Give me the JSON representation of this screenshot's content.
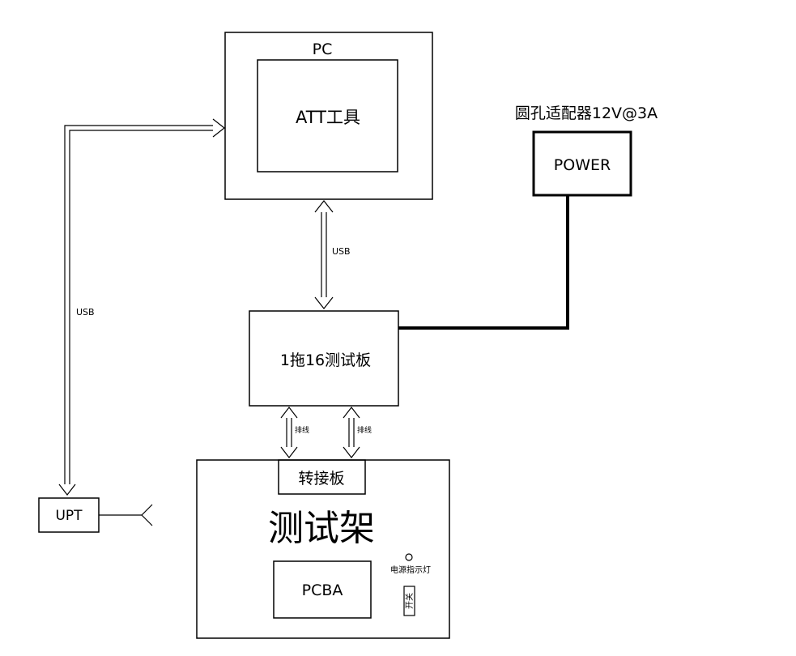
{
  "pc": {
    "label": "PC",
    "inner_label": "ATT工具"
  },
  "power": {
    "caption": "圆孔适配器12V@3A",
    "label": "POWER"
  },
  "board": {
    "label": "1拖16测试板"
  },
  "links": {
    "pc_usb": "USB",
    "upt_usb": "USB",
    "ribbon_left": "排线",
    "ribbon_right": "排线"
  },
  "upt": {
    "label": "UPT"
  },
  "fixture": {
    "adapter_label": "转接板",
    "title": "测试架",
    "pcba_label": "PCBA",
    "indicator_label": "电源指示灯",
    "switch_label": "开关"
  }
}
